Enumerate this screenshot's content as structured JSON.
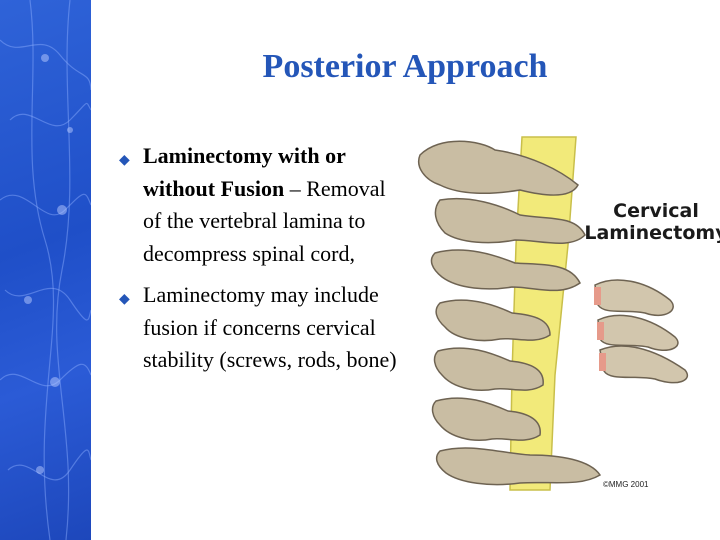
{
  "slide": {
    "title": "Posterior Approach",
    "bullets": [
      {
        "bold_text": "Laminectomy with or without Fusion",
        "text": " – Removal of the vertebral lamina to decompress spinal cord,"
      },
      {
        "bold_text": "",
        "text": "Laminectomy may include fusion if concerns cervical stability (screws, rods, bone)"
      }
    ]
  },
  "figure": {
    "label_line1": "Cervical",
    "label_line2": "Laminectomy",
    "copyright": "©MMG 2001"
  },
  "colors": {
    "title": "#2456b8",
    "band": "#2456c8",
    "spinal_cord": "#f2ea7a",
    "bone": "#c9bda3"
  },
  "icons": {
    "bullet": "diamond-bullet-icon"
  }
}
